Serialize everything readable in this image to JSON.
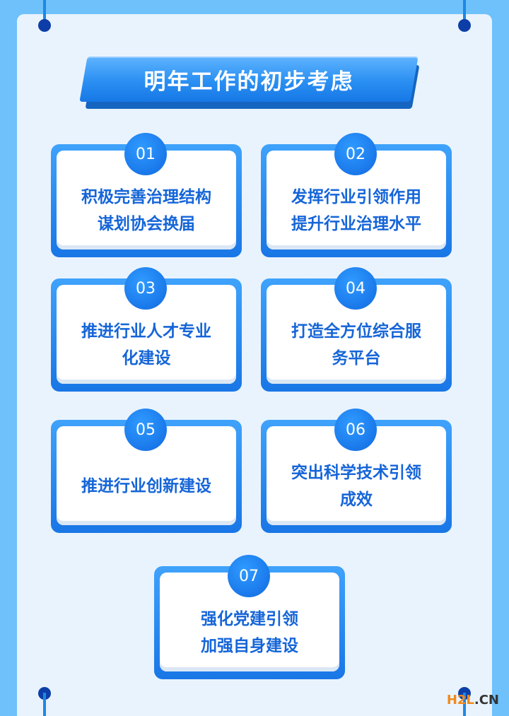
{
  "title": "明年工作的初步考虑",
  "items": [
    {
      "num": "01",
      "lines": [
        "积极完善治理结构",
        "谋划协会换届"
      ]
    },
    {
      "num": "02",
      "lines": [
        "发挥行业引领作用",
        "提升行业治理水平"
      ]
    },
    {
      "num": "03",
      "lines": [
        "推进行业人才专业",
        "化建设"
      ]
    },
    {
      "num": "04",
      "lines": [
        "打造全方位综合服",
        "务平台"
      ]
    },
    {
      "num": "05",
      "lines": [
        "推进行业创新建设",
        ""
      ]
    },
    {
      "num": "06",
      "lines": [
        "突出科学技术引领",
        "成效"
      ]
    },
    {
      "num": "07",
      "lines": [
        "强化党建引领",
        "加强自身建设"
      ]
    }
  ],
  "watermark": {
    "part1": "H2L",
    "part2": ".CN"
  },
  "colors": {
    "accent": "#1a78ea",
    "text": "#1565d8",
    "background": "#6ec1fb"
  }
}
